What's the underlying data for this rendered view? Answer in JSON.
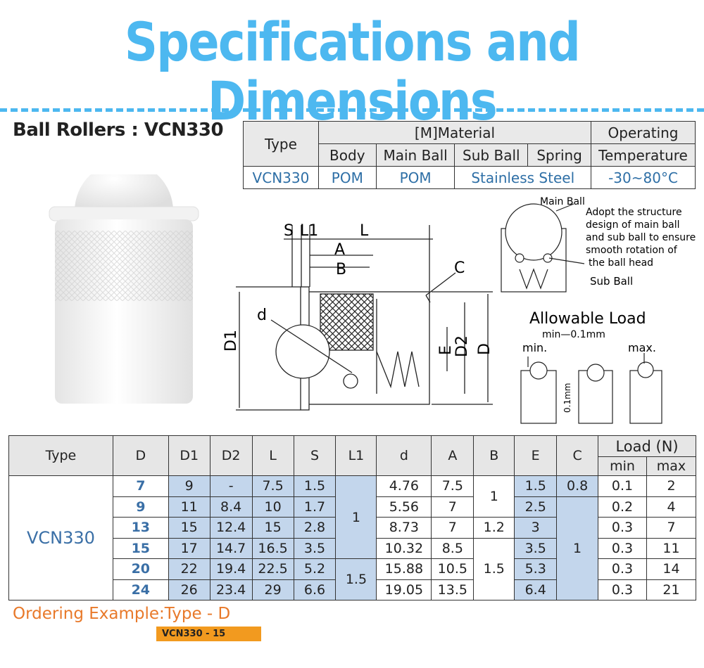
{
  "page": {
    "title": "Specifications and Dimensions"
  },
  "product": {
    "heading": "Ball Rollers : VCN330"
  },
  "spec_table": {
    "type_header": "Type",
    "material_header": "[M]Material",
    "temp_header_line1": "Operating",
    "temp_header_line2": "Temperature",
    "sub_headers": [
      "Body",
      "Main Ball",
      "Sub Ball",
      "Spring"
    ],
    "row": {
      "type": "VCN330",
      "body": "POM",
      "main_ball": "POM",
      "sub_spring": "Stainless Steel",
      "temperature": "-30~80°C"
    }
  },
  "drawing": {
    "labels": {
      "s": "S",
      "l1": "L1",
      "l": "L",
      "a": "A",
      "b": "B",
      "c": "C",
      "d_small": "d",
      "d1": "D1",
      "e": "E",
      "d2": "D2",
      "d": "D"
    }
  },
  "structure": {
    "main_ball_label": "Main Ball",
    "sub_ball_label": "Sub Ball",
    "note_lines": [
      "Adopt the structure",
      "design of main ball",
      "and sub ball to ensure",
      "smooth rotation of",
      "the ball head"
    ]
  },
  "allowable_load": {
    "title": "Allowable Load",
    "min_note": "min—0.1mm",
    "min_label": "min.",
    "max_label": "max.",
    "dim_label": "0.1mm"
  },
  "dim_table": {
    "headers": {
      "type": "Type",
      "d_cap": "D",
      "d1": "D1",
      "d2": "D2",
      "l": "L",
      "s": "S",
      "l1": "L1",
      "d_small": "d",
      "a": "A",
      "b": "B",
      "e": "E",
      "c": "C",
      "load": "Load (N)",
      "min": "min",
      "max": "max"
    },
    "type_value": "VCN330",
    "rows": [
      {
        "D": "7",
        "D1": "9",
        "D2": "-",
        "L": "7.5",
        "S": "1.5",
        "d": "4.76",
        "A": "7.5",
        "E": "1.5",
        "min": "0.1",
        "max": "2"
      },
      {
        "D": "9",
        "D1": "11",
        "D2": "8.4",
        "L": "10",
        "S": "1.7",
        "d": "5.56",
        "A": "7",
        "E": "2.5",
        "min": "0.2",
        "max": "4"
      },
      {
        "D": "13",
        "D1": "15",
        "D2": "12.4",
        "L": "15",
        "S": "2.8",
        "d": "8.73",
        "A": "7",
        "E": "3",
        "min": "0.3",
        "max": "7"
      },
      {
        "D": "15",
        "D1": "17",
        "D2": "14.7",
        "L": "16.5",
        "S": "3.5",
        "d": "10.32",
        "A": "8.5",
        "E": "3.5",
        "min": "0.3",
        "max": "11"
      },
      {
        "D": "20",
        "D1": "22",
        "D2": "19.4",
        "L": "22.5",
        "S": "5.2",
        "d": "15.88",
        "A": "10.5",
        "E": "5.3",
        "min": "0.3",
        "max": "14"
      },
      {
        "D": "24",
        "D1": "26",
        "D2": "23.4",
        "L": "29",
        "S": "6.6",
        "d": "19.05",
        "A": "13.5",
        "E": "6.4",
        "min": "0.3",
        "max": "21"
      }
    ],
    "merged": {
      "l1_a": "1",
      "l1_b": "1.5",
      "b_a": "1",
      "b_b": "1.2",
      "b_c": "1.5",
      "c_a": "0.8",
      "c_b": "1"
    }
  },
  "ordering": {
    "label": "Ordering Example:",
    "pattern": "Type - D",
    "example": "VCN330 - 15"
  }
}
